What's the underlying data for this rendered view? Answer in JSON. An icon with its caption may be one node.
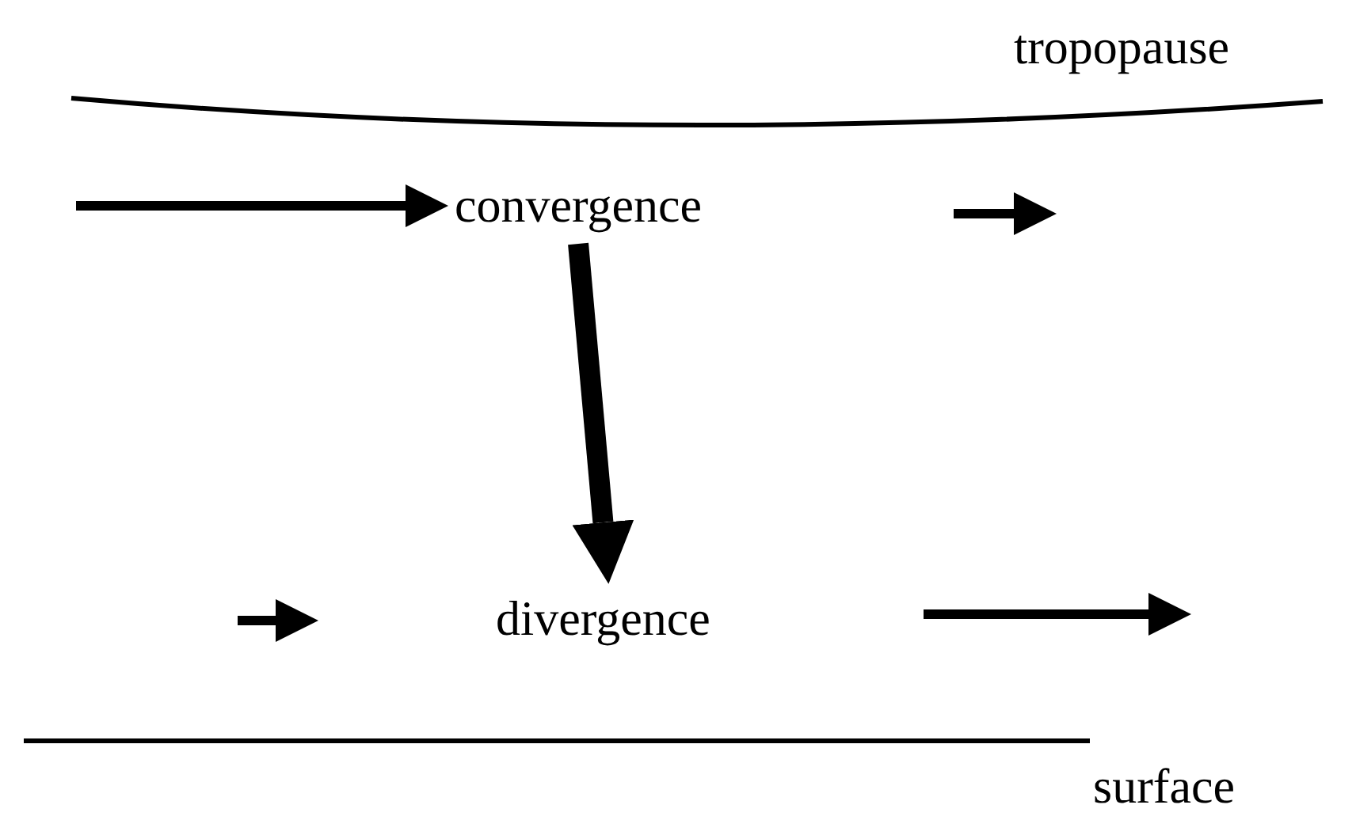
{
  "diagram": {
    "nodes": [
      {
        "text": [
          "convergence"
        ]
      },
      {
        "text": [
          "divergence"
        ]
      }
    ],
    "edges": [
      {
        "from": null,
        "to": 0,
        "arrow": "to"
      },
      {
        "from": 0,
        "to": 1,
        "arrow": "to",
        "style": "thick"
      }
    ],
    "labels": [
      "tropopause",
      "surface"
    ]
  }
}
